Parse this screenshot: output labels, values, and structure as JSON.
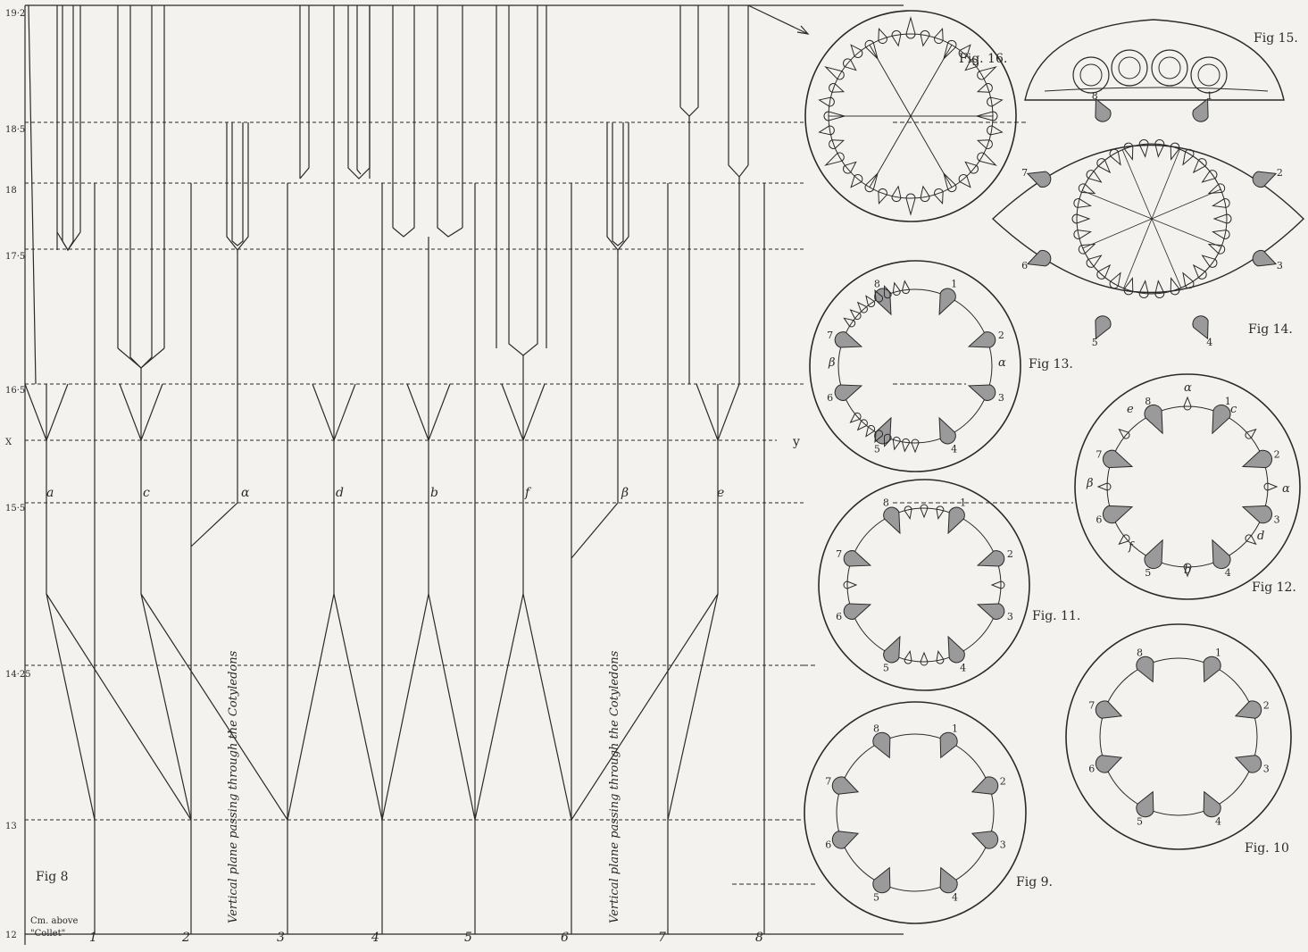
{
  "levels": [
    "19·2",
    "18·5",
    "18",
    "17·5",
    "16·5",
    "X",
    "15·5",
    "14·25",
    "13",
    "12"
  ],
  "y_marker": "y",
  "strand_labels": [
    "a",
    "c",
    "α",
    "d",
    "b",
    "f",
    "β",
    "e"
  ],
  "column_numbers": [
    "1",
    "2",
    "3",
    "4",
    "5",
    "6",
    "7",
    "8"
  ],
  "vertical_note": "Vertical plane passing through the Cotyledons",
  "axis_caption": {
    "line1": "Cm. above",
    "line2": "\"Collet\""
  },
  "figures": {
    "fig8": "Fig 8",
    "fig9": "Fig 9.",
    "fig10": "Fig. 10",
    "fig11": "Fig. 11.",
    "fig12": "Fig 12.",
    "fig13": "Fig 13.",
    "fig14": "Fig 14.",
    "fig15": "Fig 15.",
    "fig16": "Fig. 16."
  },
  "ring_numbers": [
    "1",
    "2",
    "3",
    "4",
    "5",
    "6",
    "7",
    "8"
  ],
  "small_letters_fig12": {
    "c": "c",
    "d": "d",
    "b": "b",
    "f": "f",
    "e": "e"
  },
  "greek_letters": {
    "alpha": "α",
    "beta": "β"
  },
  "colors": {
    "ink": "#2a2a2a",
    "paper": "#f3f2ee",
    "shade": "#9a9a9a"
  }
}
